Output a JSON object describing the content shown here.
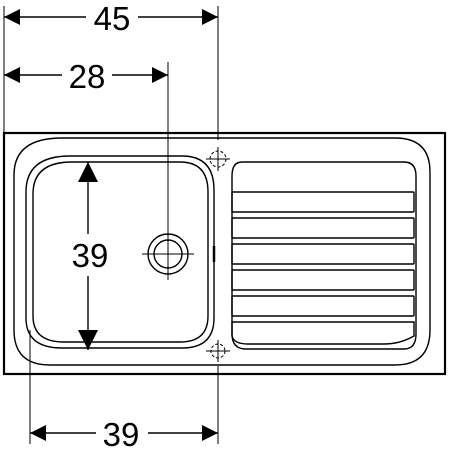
{
  "dimensions": {
    "overall_width": "45",
    "center_to_drain": "28",
    "bowl_height": "39",
    "bowl_width": "39"
  },
  "features": {
    "drainer_ribs": 6,
    "has_drain": true,
    "has_overflow": true,
    "tap_hole_markers": 2
  }
}
